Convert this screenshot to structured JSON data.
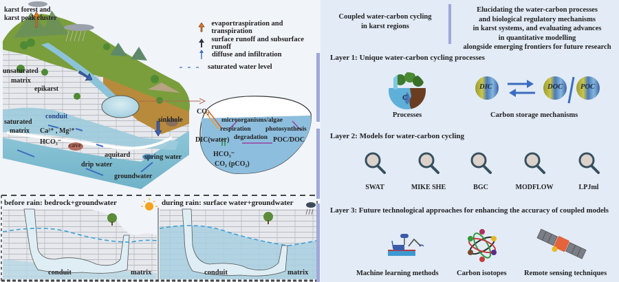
{
  "left_panel": {
    "terrain_labels": {
      "karst_forest": "karst forest and",
      "karst_peak": "karst peak cluster",
      "unsaturated": "unsaturated",
      "matrix_upper": "matrix",
      "epikarst": "epikarst",
      "conduit": "conduit",
      "saturated": "saturated",
      "matrix_lower": "matrix",
      "ca_mg": "Ca²⁺ , Mg²⁺",
      "hco3": "HCO₃⁻",
      "cave": "cave",
      "aquitard": "aquitard",
      "drip_water": "drip water",
      "spring_water": "spring water",
      "groundwater": "groundwater",
      "sinkhole": "sinkhole"
    },
    "legend": [
      {
        "icon": "orange-arrow-up-icon",
        "color": "#e07a2a",
        "label": "evaportraspiration and transpiration"
      },
      {
        "icon": "dark-arrow-up-icon",
        "color": "#2c3445",
        "label": "surface runoff and subsurface runoff"
      },
      {
        "icon": "blue-arrow-up-icon",
        "color": "#3a6fc4",
        "label": "diffuse and infiltration"
      },
      {
        "icon": "dashed-line-icon",
        "color": "#3a6fc4",
        "label": "saturated water level"
      }
    ],
    "inset": {
      "co2": "CO₂",
      "microorganisms": "microorganisms/algae",
      "respiration": "respiration",
      "photosynthesis": "photosynthesis",
      "dic_water": "DIC(water)",
      "degradation": "degradation",
      "poc_doc": "POC/DOC",
      "hco3": "HCO₃⁻",
      "co2_pco2": "CO₂ (pCO₂)"
    },
    "before_rain": {
      "title": "before rain: bedrock+groundwater",
      "conduit": "conduit",
      "matrix": "matrix"
    },
    "during_rain": {
      "title": "during rain: surface water+groundwater",
      "conduit": "conduit",
      "matrix": "matrix"
    },
    "colors": {
      "grass": "#7a9e3c",
      "rock": "#e4e6ea",
      "water": "#8cc3d9",
      "deep_water": "#7cbcd0",
      "soil": "#b78a3c"
    }
  },
  "right_panel": {
    "header_left": [
      "Coupled water-carbon cycling",
      "in karst regions"
    ],
    "header_right": [
      "Elucidating the water-carbon processes",
      "and biological regulatory mechanisms",
      "in karst systems, and evaluating advances",
      "in quantitative modelling",
      "alongside emerging frontiers for future research"
    ],
    "layer1": {
      "title": "Layer 1: Unique water-carbon cycling processes",
      "processes_label": "Processes",
      "processes_icon_letter": "C",
      "storage_label": "Carbon storage mechanisms",
      "circles": [
        "DIC",
        "DOC",
        "POC"
      ]
    },
    "layer2": {
      "title": "Layer 2: Models for water-carbon cycling",
      "models": [
        "SWAT",
        "MIKE SHE",
        "BGC",
        "MODFLOW",
        "LPJml"
      ]
    },
    "layer3": {
      "title": "Layer 3: Future technological approaches for enhancing the accuracy of coupled models",
      "items": [
        "Machine learning methods",
        "Carbon isotopes",
        "Remote sensing techniques"
      ]
    },
    "colors": {
      "accent_bar": "#9fa8d8",
      "arrow_blue": "#3b6cc0",
      "magnifier": "#37505e"
    }
  }
}
